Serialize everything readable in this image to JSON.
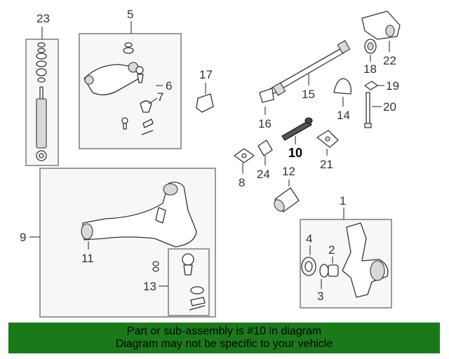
{
  "callouts": {
    "c1": "1",
    "c2": "2",
    "c3": "3",
    "c4": "4",
    "c5": "5",
    "c6": "6",
    "c7": "7",
    "c8": "8",
    "c9": "9",
    "c10": "10",
    "c11": "11",
    "c12": "12",
    "c13": "13",
    "c14": "14",
    "c15": "15",
    "c16": "16",
    "c17": "17",
    "c18": "18",
    "c19": "19",
    "c20": "20",
    "c21": "21",
    "c22": "22",
    "c23": "23",
    "c24": "24"
  },
  "highlight": {
    "part_number": "10",
    "color": "#1a7a1a"
  },
  "banner": {
    "line1": "Part or sub-assembly is #10 in diagram",
    "line2": "Diagram may not be specific to your vehicle"
  }
}
